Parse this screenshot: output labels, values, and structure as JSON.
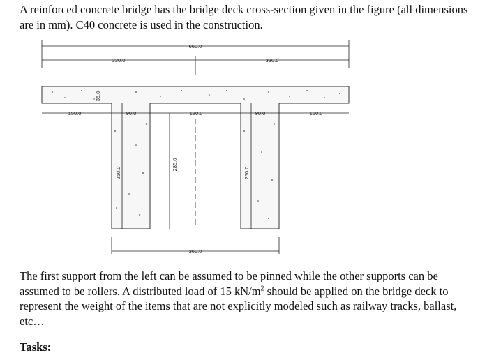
{
  "intro_text": "A reinforced concrete bridge has the bridge deck cross-section given in the figure (all dimensions are in mm). C40 concrete is used in the construction.",
  "support_text_before": "The first support from the left can be assumed to be pinned while the other supports can be assumed to be rollers. A distributed load of 15 kN/m",
  "support_sup": "2",
  "support_text_after": " should be applied on the bridge deck to represent the weight of the items that are not explicitly modeled such as railway tracks, ballast, etc…",
  "tasks_heading": "Tasks:",
  "figure": {
    "dims": {
      "total_width": "660.0",
      "left_half": "330.0",
      "right_half": "330.0",
      "deck_thickness": "35.0",
      "left_overhang": "150.0",
      "web_width_left": "90.0",
      "center_gap": "180.0",
      "web_width_right": "90.0",
      "right_overhang": "150.0",
      "web_depth_left": "250.0",
      "total_depth": "285.0",
      "web_depth_right": "250.0",
      "webs_span": "360.0"
    }
  }
}
